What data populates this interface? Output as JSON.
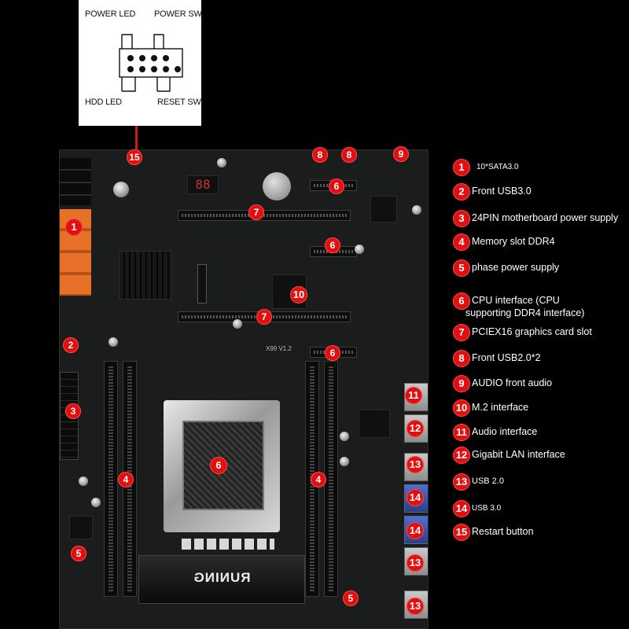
{
  "diagram": {
    "power_led": "POWER LED",
    "power_sw": "POWER SW",
    "hdd_led": "HDD LED",
    "reset_sw": "RESET SW"
  },
  "board": {
    "silk_model": "X99 V1.2",
    "brand": "RUNING",
    "callouts": [
      "15",
      "8",
      "8",
      "9",
      "6",
      "7",
      "1",
      "6",
      "10",
      "7",
      "2",
      "6",
      "3",
      "6",
      "11",
      "12",
      "4",
      "4",
      "13",
      "14",
      "14",
      "13",
      "5",
      "5",
      "13"
    ]
  },
  "legend": [
    {
      "num": "1",
      "text": "10*SATA3.0"
    },
    {
      "num": "2",
      "text": "Front USB3.0"
    },
    {
      "num": "3",
      "text": "24PIN motherboard power supply"
    },
    {
      "num": "4",
      "text": "Memory slot DDR4"
    },
    {
      "num": "5",
      "text": "phase power supply"
    },
    {
      "num": "6",
      "text": "CPU interface (CPU",
      "text2": "supporting DDR4 interface)"
    },
    {
      "num": "7",
      "text": "PCIEX16 graphics card slot"
    },
    {
      "num": "8",
      "text": "Front USB2.0*2"
    },
    {
      "num": "9",
      "text": "AUDIO front audio"
    },
    {
      "num": "10",
      "text": "M.2 interface"
    },
    {
      "num": "11",
      "text": "Audio interface"
    },
    {
      "num": "12",
      "text": "Gigabit LAN interface"
    },
    {
      "num": "13",
      "text": "USB 2.0"
    },
    {
      "num": "14",
      "text": "USB 3.0"
    },
    {
      "num": "15",
      "text": "Restart button"
    }
  ],
  "colors": {
    "badge": "#e01010",
    "sata_orange": "#e8712a",
    "board": "#1b1c1c"
  }
}
